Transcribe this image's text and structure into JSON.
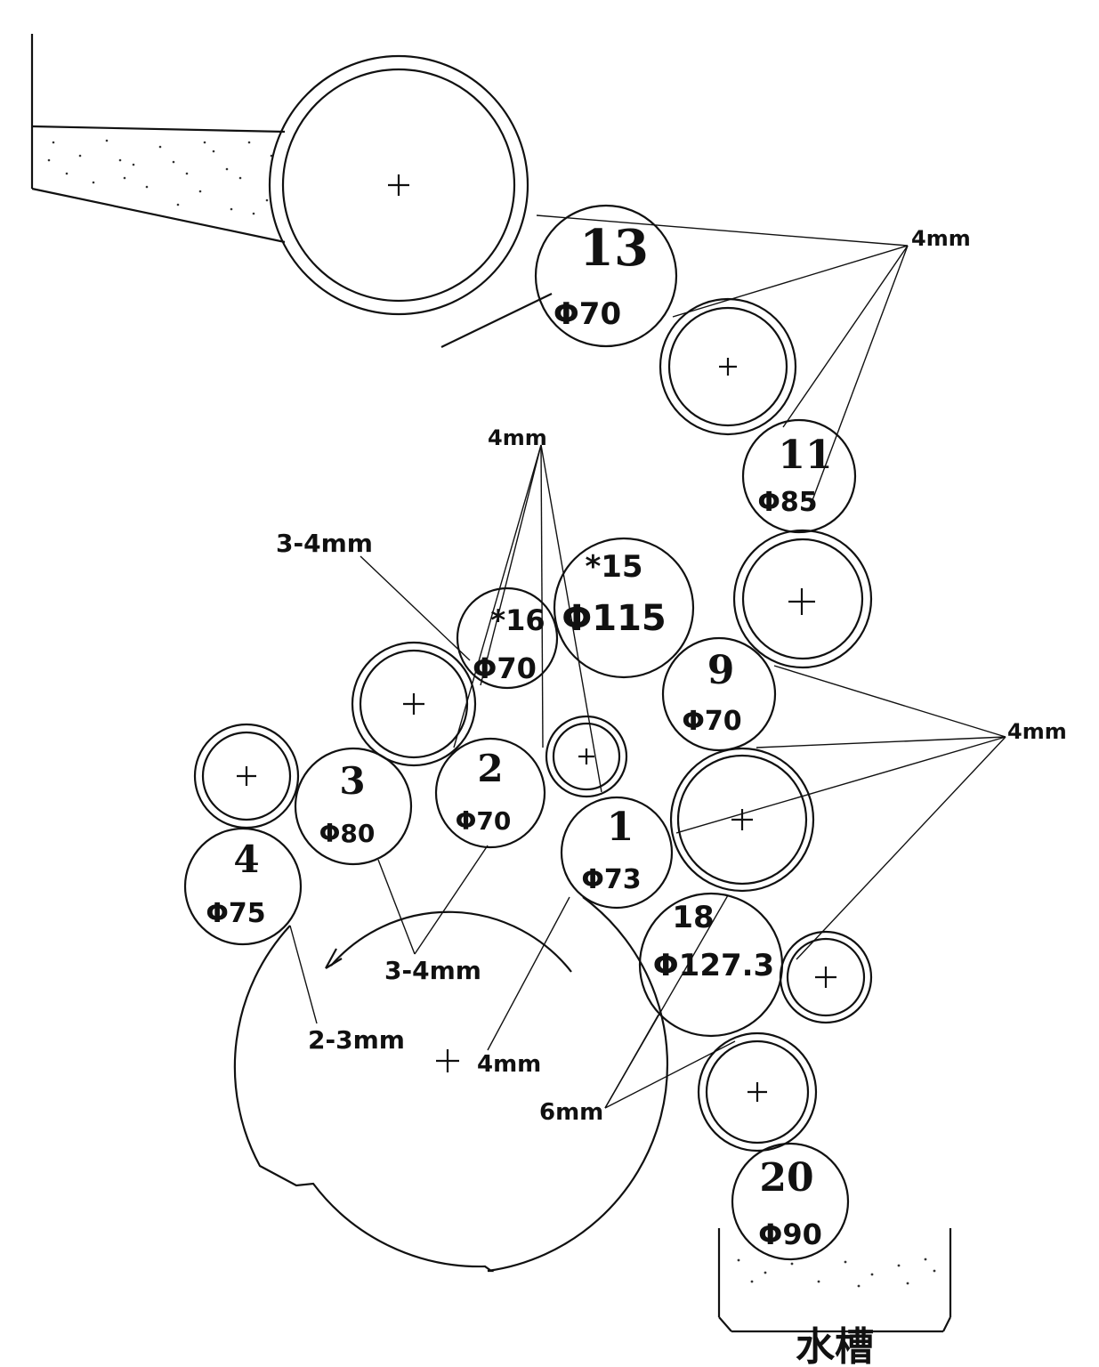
{
  "rolls": [
    {
      "id": "roll-13",
      "number": "13",
      "diameter": "Φ70"
    },
    {
      "id": "roll-11",
      "number": "11",
      "diameter": "Φ85"
    },
    {
      "id": "roll-15",
      "number": "*15",
      "diameter": "Φ115"
    },
    {
      "id": "roll-16",
      "number": "*16",
      "diameter": "Φ70"
    },
    {
      "id": "roll-9",
      "number": "9",
      "diameter": "Φ70"
    },
    {
      "id": "roll-3",
      "number": "3",
      "diameter": "Φ80"
    },
    {
      "id": "roll-2",
      "number": "2",
      "diameter": "Φ70"
    },
    {
      "id": "roll-1",
      "number": "1",
      "diameter": "Φ73"
    },
    {
      "id": "roll-4",
      "number": "4",
      "diameter": "Φ75"
    },
    {
      "id": "roll-18",
      "number": "18",
      "diameter": "Φ127.3"
    },
    {
      "id": "roll-20",
      "number": "20",
      "diameter": "Φ90"
    }
  ],
  "gaps": {
    "top_right": "4mm",
    "upper_middle": "4mm",
    "left_upper": "3-4mm",
    "right_middle": "4mm",
    "lower_center": "3-4mm",
    "lower_left": "2-3mm",
    "drum_center": "4mm",
    "lower_right": "6mm"
  },
  "trough_label": "水槽"
}
